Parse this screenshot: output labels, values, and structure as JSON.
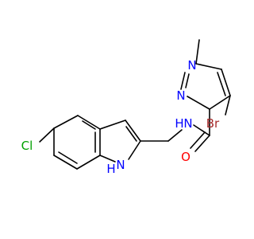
{
  "molecule": {
    "atoms": {
      "chlorine": "Cl",
      "indole_nitrogen": "N",
      "indole_hydrogen": "H",
      "amide_nitrogen": "N",
      "amide_hydrogen": "H",
      "carbonyl_oxygen": "O",
      "bromine": "Br",
      "pyrazole_n2": "N",
      "pyrazole_n1": "N"
    },
    "colors": {
      "bond": "#000000",
      "nitrogen": "#0000ff",
      "oxygen": "#ff0000",
      "chlorine": "#00a000",
      "bromine": "#a52a2a"
    }
  }
}
